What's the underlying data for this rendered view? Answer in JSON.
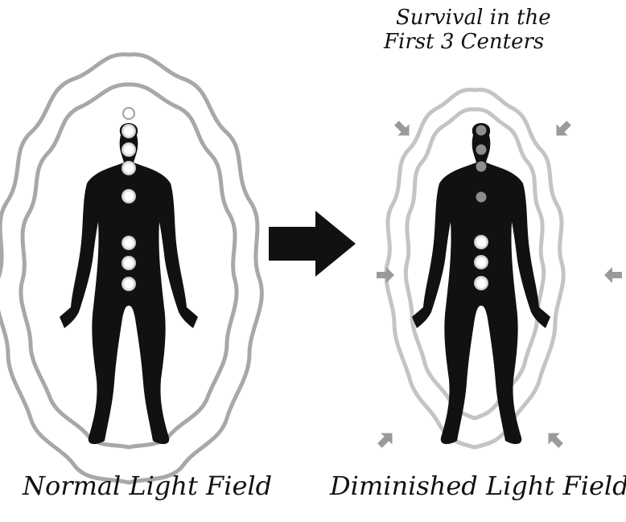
{
  "header": {
    "right_title_line1": "Survival in the",
    "right_title_line2": "First 3 Centers"
  },
  "left_panel": {
    "caption": "Normal Light Field"
  },
  "right_panel": {
    "caption": "Diminished Light Field"
  },
  "colors": {
    "body": "#111111",
    "field_normal": "#a8a8a8",
    "field_diminished": "#c4c4c4",
    "chakra_bright": "#ffffff",
    "chakra_dim": "#8e8e8e",
    "arrow_main": "#111111",
    "arrow_pressure": "#9a9a9a"
  }
}
